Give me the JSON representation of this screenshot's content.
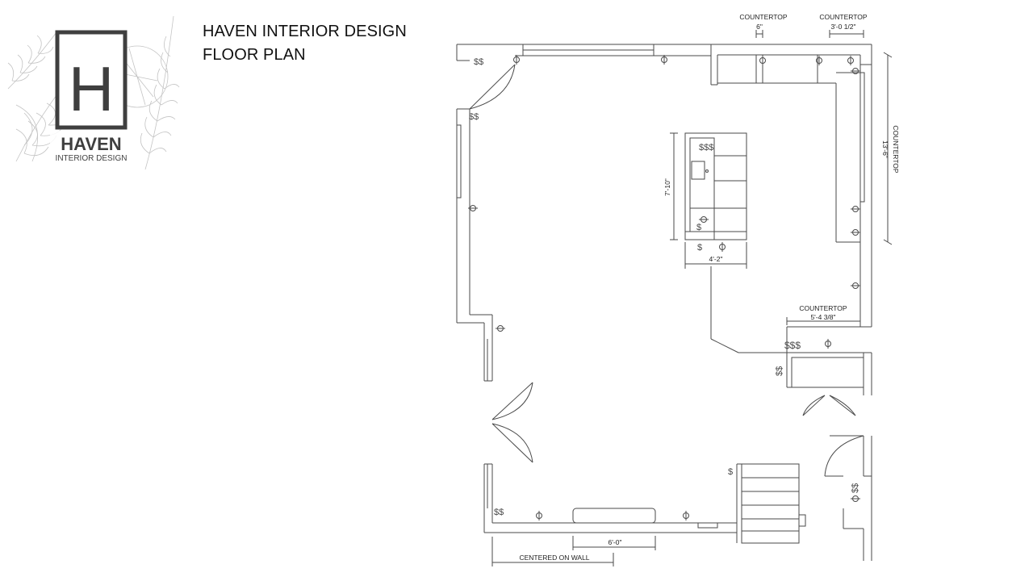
{
  "header": {
    "title_line1": "HAVEN INTERIOR DESIGN",
    "title_line2": "FLOOR PLAN"
  },
  "logo": {
    "monogram": "H",
    "brand": "HAVEN",
    "tagline": "INTERIOR DESIGN",
    "icon": "palm-leaf-monogram-logo"
  },
  "plan": {
    "labels": {
      "countertop_a": "COUNTERTOP",
      "countertop_a_dim": "6\"",
      "countertop_b": "COUNTERTOP",
      "countertop_b_dim": "3'-0 1/2\"",
      "countertop_right_dim": "13'-6\"",
      "countertop_right": "COUNTERTOP",
      "island_height": "7'-10\"",
      "island_width": "4'-2\"",
      "countertop_c": "COUNTERTOP",
      "countertop_c_dim": "5'-4 3/8\"",
      "window_dim": "6'-0\"",
      "centered": "CENTERED ON WALL"
    },
    "symbols": {
      "outlet": "$$",
      "outlet_triple": "$$$",
      "single": "$"
    },
    "colors": {
      "line": "#4a4a4a",
      "text": "#222222"
    }
  }
}
